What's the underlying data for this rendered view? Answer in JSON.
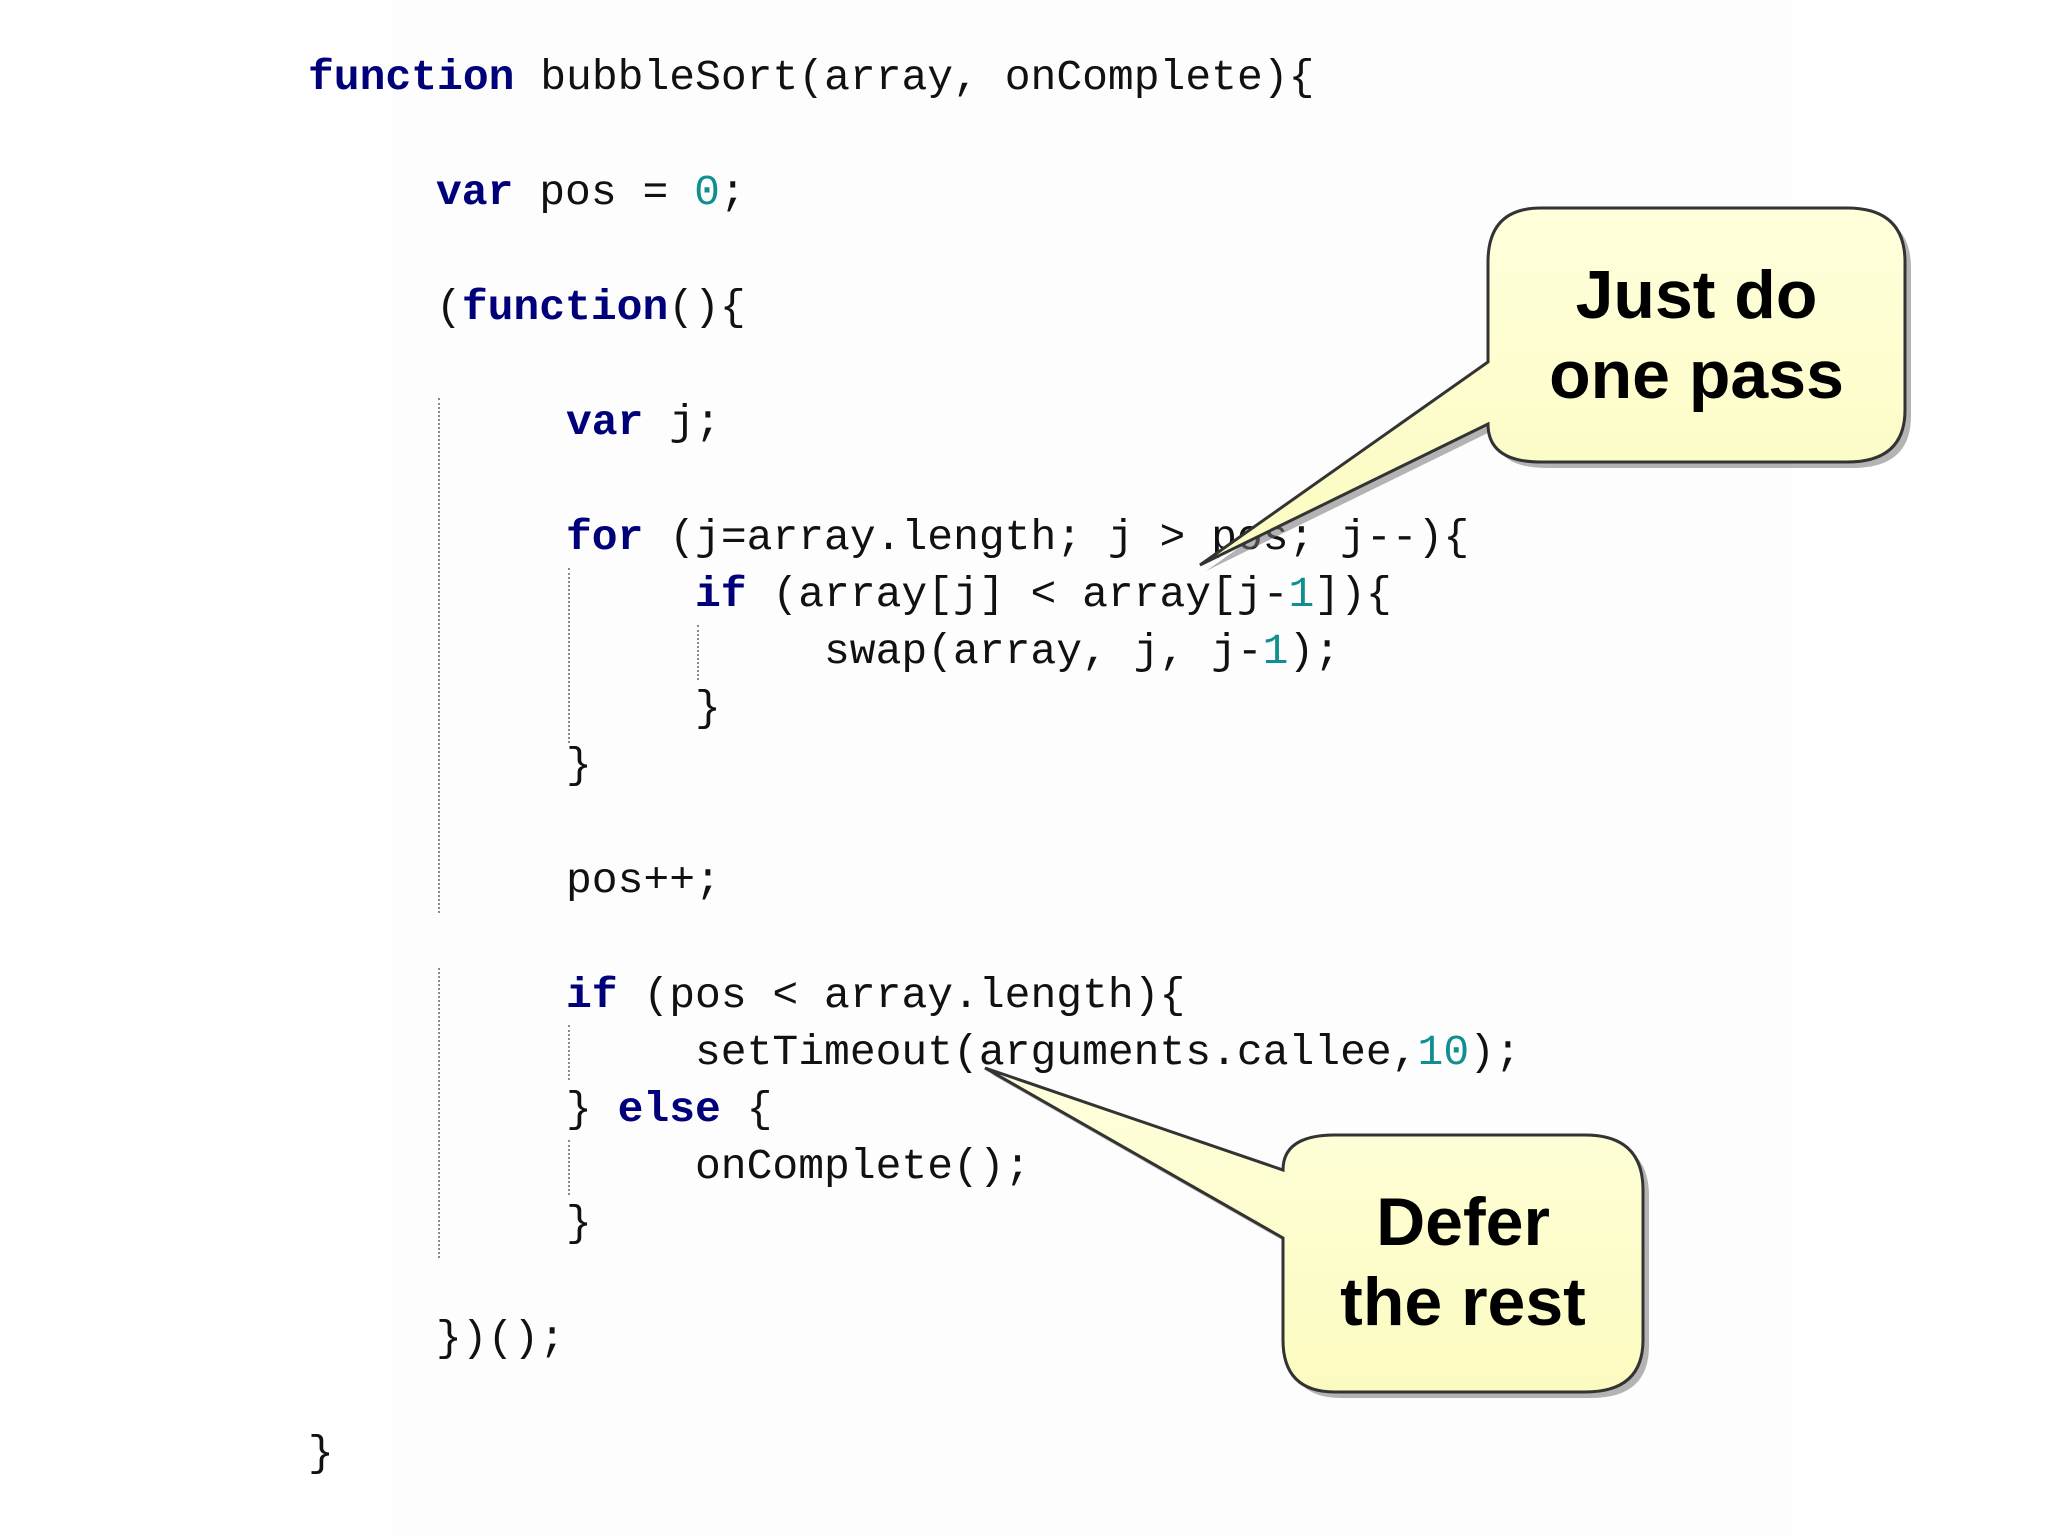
{
  "code": {
    "lines": [
      {
        "tokens": [
          {
            "t": "function",
            "c": "kw"
          },
          {
            "t": " bubbleSort(array, onComplete){"
          }
        ]
      },
      {
        "tokens": [
          {
            "t": "var",
            "c": "kw"
          },
          {
            "t": " pos = "
          },
          {
            "t": "0",
            "c": "num"
          },
          {
            "t": ";"
          }
        ]
      },
      {
        "tokens": [
          {
            "t": "("
          },
          {
            "t": "function",
            "c": "kw"
          },
          {
            "t": "(){"
          }
        ]
      },
      {
        "tokens": [
          {
            "t": "var",
            "c": "kw"
          },
          {
            "t": " j;"
          }
        ]
      },
      {
        "tokens": [
          {
            "t": "for",
            "c": "kw"
          },
          {
            "t": " (j=array.length; j > pos; j--){"
          }
        ]
      },
      {
        "tokens": [
          {
            "t": "if",
            "c": "kw"
          },
          {
            "t": " (array[j] < array[j-"
          },
          {
            "t": "1",
            "c": "num"
          },
          {
            "t": "]){"
          }
        ]
      },
      {
        "tokens": [
          {
            "t": "swap(array, j, j-"
          },
          {
            "t": "1",
            "c": "num"
          },
          {
            "t": ");"
          }
        ]
      },
      {
        "tokens": [
          {
            "t": "}"
          }
        ]
      },
      {
        "tokens": [
          {
            "t": "}"
          }
        ]
      },
      {
        "tokens": [
          {
            "t": "pos++;"
          }
        ]
      },
      {
        "tokens": [
          {
            "t": "if",
            "c": "kw"
          },
          {
            "t": " (pos < array.length){"
          }
        ]
      },
      {
        "tokens": [
          {
            "t": "setTimeout(arguments.callee,"
          },
          {
            "t": "10",
            "c": "num"
          },
          {
            "t": ");"
          }
        ]
      },
      {
        "tokens": [
          {
            "t": "} "
          },
          {
            "t": "else",
            "c": "kw"
          },
          {
            "t": " {"
          }
        ]
      },
      {
        "tokens": [
          {
            "t": "onComplete();"
          }
        ]
      },
      {
        "tokens": [
          {
            "t": "}"
          }
        ]
      },
      {
        "tokens": [
          {
            "t": "})();"
          }
        ]
      },
      {
        "tokens": [
          {
            "t": "}"
          }
        ]
      }
    ]
  },
  "callouts": {
    "pass": {
      "line1": "Just do",
      "line2": "one pass"
    },
    "defer": {
      "line1": "Defer",
      "line2": "the rest"
    }
  },
  "colors": {
    "keyword": "#00007a",
    "number": "#0f8f8f",
    "text": "#111111",
    "callout_fill": "#ffffcc",
    "callout_border": "#333333"
  }
}
